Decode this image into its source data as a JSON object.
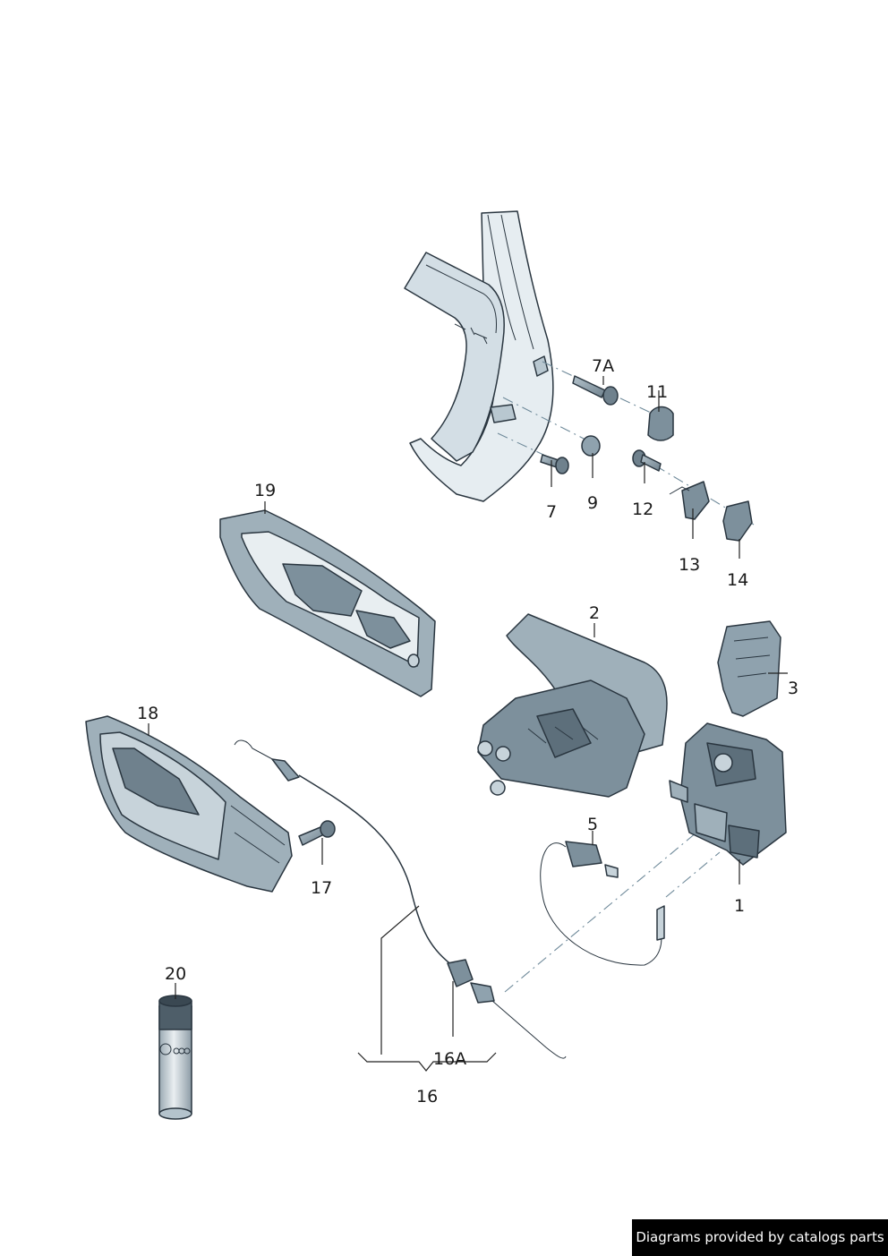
{
  "callouts": {
    "p1": "1",
    "p2": "2",
    "p3": "3",
    "p5": "5",
    "p7": "7",
    "p7a": "7A",
    "p9": "9",
    "p11": "11",
    "p12": "12",
    "p13": "13",
    "p14": "14",
    "p16": "16",
    "p16a": "16A",
    "p17": "17",
    "p18": "18",
    "p19": "19",
    "p20": "20"
  },
  "credit": "Diagrams provided by catalogs parts",
  "colors": {
    "part_fill": "#8fa2ae",
    "part_dark": "#5d6f7b",
    "part_light": "#c7d3da",
    "door_fill": "#dfe7ec",
    "outline": "#2a3640"
  }
}
